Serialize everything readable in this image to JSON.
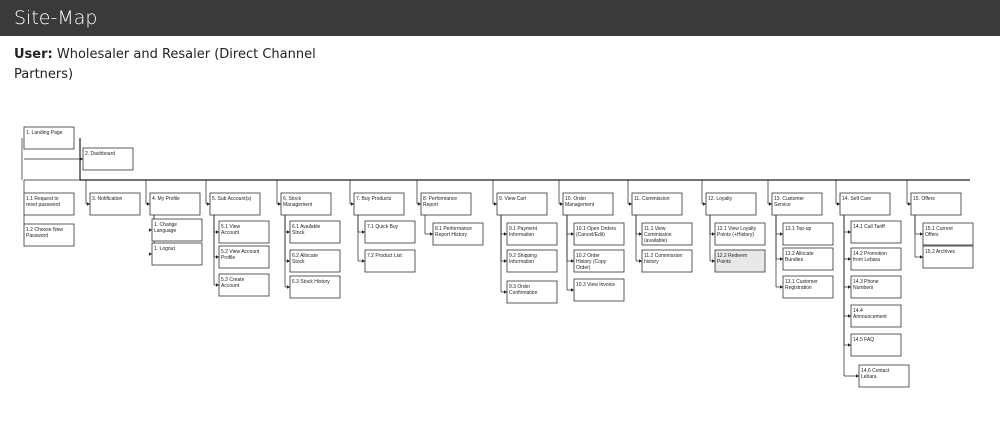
{
  "header": {
    "title": "Site-Map"
  },
  "user": {
    "label": "User:",
    "value": "Wholesaler and Resaler (Direct Channel Partners)"
  },
  "nodes": [
    {
      "id": "landing",
      "lines": [
        "1. Landing Page"
      ]
    },
    {
      "id": "dashboard",
      "lines": [
        "2. Dashboard"
      ]
    },
    {
      "id": "n1_1",
      "lines": [
        "1.1 Request to",
        "reset password"
      ]
    },
    {
      "id": "n1_2",
      "lines": [
        "1.2 Choose New",
        "Password"
      ]
    },
    {
      "id": "n3",
      "lines": [
        "3. Notification"
      ]
    },
    {
      "id": "n4",
      "lines": [
        "4. My Profile"
      ]
    },
    {
      "id": "n4_1",
      "lines": [
        "1. Change",
        "Language"
      ]
    },
    {
      "id": "n4_2",
      "lines": [
        "1. Logout"
      ]
    },
    {
      "id": "n5",
      "lines": [
        "5. Sub Account(s)"
      ]
    },
    {
      "id": "n5_1",
      "lines": [
        "5.1 View",
        "Account"
      ]
    },
    {
      "id": "n5_2",
      "lines": [
        "5.2 View Account",
        "Profile"
      ]
    },
    {
      "id": "n5_3",
      "lines": [
        "5.3 Create",
        "Account"
      ]
    },
    {
      "id": "n6",
      "lines": [
        "6. Stock",
        "Management"
      ]
    },
    {
      "id": "n6_1",
      "lines": [
        "6.1 Available",
        "Stock"
      ]
    },
    {
      "id": "n6_2",
      "lines": [
        "6.2 Allocate",
        "Stock"
      ]
    },
    {
      "id": "n6_3",
      "lines": [
        "6.3 Stock History"
      ]
    },
    {
      "id": "n7",
      "lines": [
        "7. Buy Products"
      ]
    },
    {
      "id": "n7_1",
      "lines": [
        "7.1 Quick Buy"
      ]
    },
    {
      "id": "n7_2",
      "lines": [
        "7.2 Product List"
      ]
    },
    {
      "id": "n8",
      "lines": [
        "8. Performance",
        "Report"
      ]
    },
    {
      "id": "n8_1",
      "lines": [
        "8.1 Performance",
        "Report History"
      ]
    },
    {
      "id": "n9",
      "lines": [
        "9. View Cart"
      ]
    },
    {
      "id": "n9_1",
      "lines": [
        "9.1 Payment",
        "Information"
      ]
    },
    {
      "id": "n9_2",
      "lines": [
        "9.2 Shipping",
        "Information"
      ]
    },
    {
      "id": "n9_3",
      "lines": [
        "9.3 Order",
        "Confirmation"
      ]
    },
    {
      "id": "n10",
      "lines": [
        "10. Order",
        "Management"
      ]
    },
    {
      "id": "n10_1",
      "lines": [
        "10.1 Open Orders",
        "(Cancel/Edit)"
      ]
    },
    {
      "id": "n10_2",
      "lines": [
        "10.2 Order",
        "History (Copy",
        "Order)"
      ]
    },
    {
      "id": "n10_3",
      "lines": [
        "10.3 View Invoice"
      ]
    },
    {
      "id": "n11",
      "lines": [
        "11. Commission"
      ]
    },
    {
      "id": "n11_1",
      "lines": [
        "11.1 View",
        "Commission",
        "(available)"
      ]
    },
    {
      "id": "n11_2",
      "lines": [
        "11.2 Commission",
        "history"
      ]
    },
    {
      "id": "n12",
      "lines": [
        "12. Loyalty"
      ]
    },
    {
      "id": "n12_1",
      "lines": [
        "12.1 View Loyalty",
        "Points (+History)"
      ]
    },
    {
      "id": "n12_2",
      "lines": [
        "12.2 Redeem",
        "Points"
      ]
    },
    {
      "id": "n13",
      "lines": [
        "13. Customer",
        "Service"
      ]
    },
    {
      "id": "n13_1",
      "lines": [
        "13.1 Top-up"
      ]
    },
    {
      "id": "n13_2",
      "lines": [
        "13.2 Allocate",
        "Bundles"
      ]
    },
    {
      "id": "n13_3",
      "lines": [
        "13.1 Customer",
        "Registration"
      ]
    },
    {
      "id": "n14",
      "lines": [
        "14. Self Care"
      ]
    },
    {
      "id": "n14_1",
      "lines": [
        "14.1 Call Tariff"
      ]
    },
    {
      "id": "n14_2",
      "lines": [
        "14.2 Promotion",
        "from Lebara"
      ]
    },
    {
      "id": "n14_3",
      "lines": [
        "14.3 Phone",
        "Numbers"
      ]
    },
    {
      "id": "n14_4",
      "lines": [
        "14.4",
        "Announcement"
      ]
    },
    {
      "id": "n14_5",
      "lines": [
        "14.5 FAQ"
      ]
    },
    {
      "id": "n14_6",
      "lines": [
        "14.6 Contact",
        "Lebara"
      ]
    },
    {
      "id": "n15",
      "lines": [
        "15. Offers"
      ]
    },
    {
      "id": "n15_1",
      "lines": [
        "15.1 Current",
        "Offers"
      ]
    },
    {
      "id": "n15_2",
      "lines": [
        "15.2 Archives"
      ]
    }
  ]
}
